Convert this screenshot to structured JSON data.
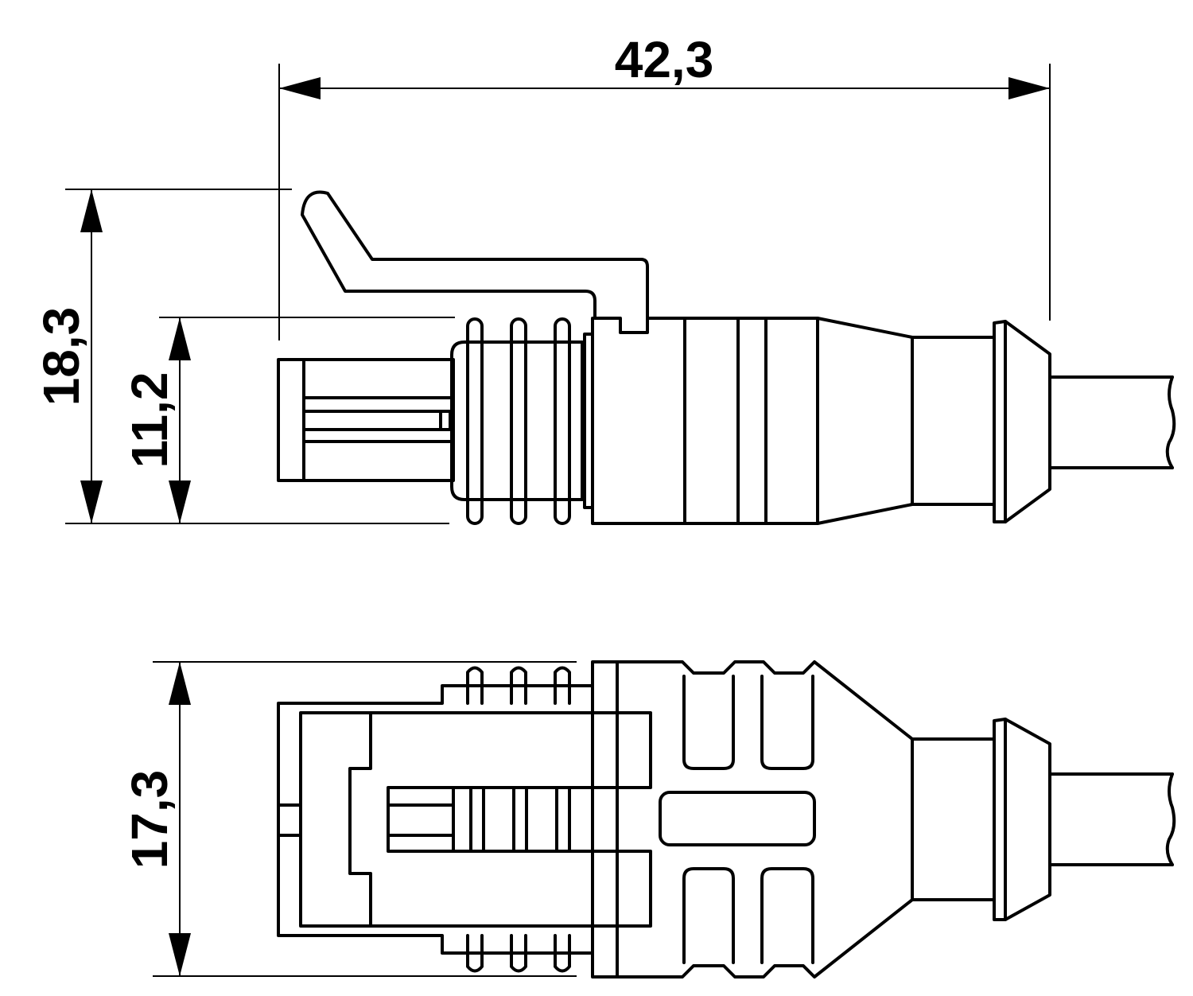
{
  "dimensions": {
    "overall_length": "42,3",
    "total_height": "18,3",
    "body_height": "11,2",
    "width": "17,3"
  },
  "colors": {
    "line": "#000000",
    "background": "#ffffff"
  }
}
